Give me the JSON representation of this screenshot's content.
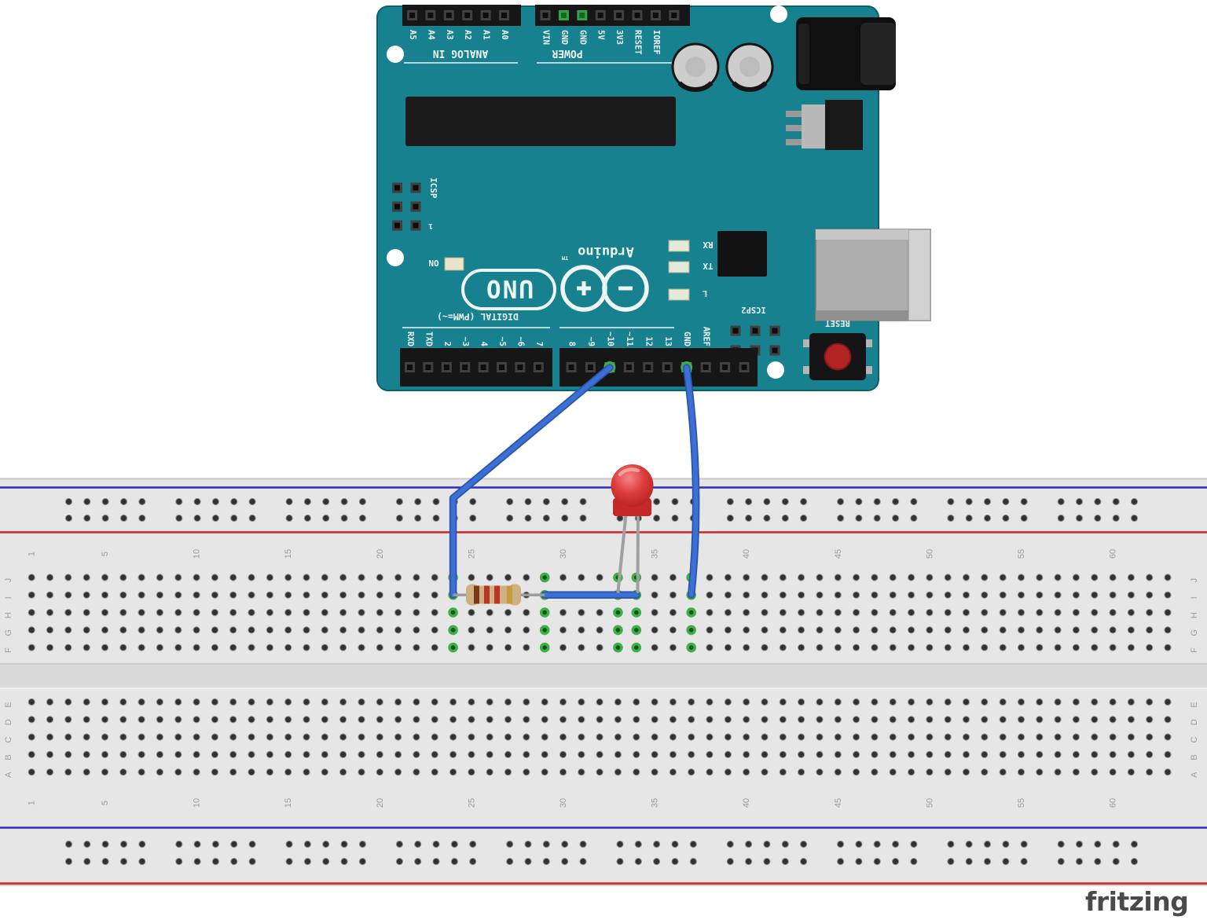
{
  "footer": {
    "logo": "fritzing"
  },
  "colors": {
    "board_teal": "#17818f",
    "board_edge": "#0c5f6d",
    "wire_blue": "#3d6fd6",
    "wire_blue_dark": "#2a55a8",
    "led_red": "#d23434",
    "breadboard_bg": "#e6e6e6",
    "groove_gray": "#d9d9d9",
    "rail_blue": "#2d2dc4",
    "rail_red": "#d02525",
    "hole_dark": "#323232",
    "hole_ring": "#969696",
    "connect_green": "#3fae49",
    "connect_green_dark": "#14551c",
    "pin_outer": "#404040",
    "pin_inner": "#0d0d0d",
    "pin_green_outer": "#35a047",
    "pin_green_inner": "#0f6b22",
    "silkscreen": "#edf5f5",
    "label_gray": "#9b9b9b"
  },
  "arduino": {
    "analog_section_label": "ANALOG IN",
    "power_section_label": "POWER",
    "digital_section_label": "DIGITAL (PWM=~)",
    "analog_pins": [
      "A5",
      "A4",
      "A3",
      "A2",
      "A1",
      "A0"
    ],
    "power_pins": [
      "VIN",
      "GND",
      "GND",
      "5V",
      "3V3",
      "RESET",
      "IOREF"
    ],
    "digital_pins_left": [
      "RXD",
      "TXD",
      "2",
      "~3",
      "4",
      "~5",
      "~6",
      "7"
    ],
    "digital_pins_right": [
      "8",
      "~9",
      "~10",
      "~11",
      "12",
      "13",
      "GND",
      "AREF"
    ],
    "brand": "Arduino",
    "trademark": "TM",
    "model": "UNO",
    "on_led_label": "ON",
    "rx_label": "RX",
    "tx_label": "TX",
    "l_label": "L",
    "icsp_label": "ICSP",
    "icsp_pin1_label": "1",
    "icsp2_label": "ICSP2",
    "reset_label": "RESET"
  },
  "breadboard": {
    "row_labels_top": [
      "J",
      "I",
      "H",
      "G",
      "F"
    ],
    "row_labels_bottom": [
      "E",
      "D",
      "C",
      "B",
      "A"
    ],
    "column_numbers": [
      "1",
      "5",
      "10",
      "15",
      "20",
      "25",
      "30",
      "35",
      "40",
      "45",
      "50",
      "55",
      "60"
    ],
    "connected_columns": [
      24,
      29,
      33,
      34,
      37
    ]
  },
  "components": {
    "led": {
      "type": "LED",
      "color": "red"
    },
    "resistor": {
      "type": "resistor",
      "body_color": "#cdb183",
      "bands": [
        "#7b3a17",
        "#bb3526",
        "#bb3526",
        "#c79a3a"
      ]
    },
    "wires": [
      {
        "color": "blue",
        "from": "digital-pin-10",
        "to": "breadboard-row-I"
      },
      {
        "color": "blue",
        "from": "digital-gnd",
        "to": "breadboard-row-I"
      },
      {
        "color": "blue",
        "from": "breadboard-col-29",
        "to": "breadboard-col-34"
      }
    ]
  }
}
